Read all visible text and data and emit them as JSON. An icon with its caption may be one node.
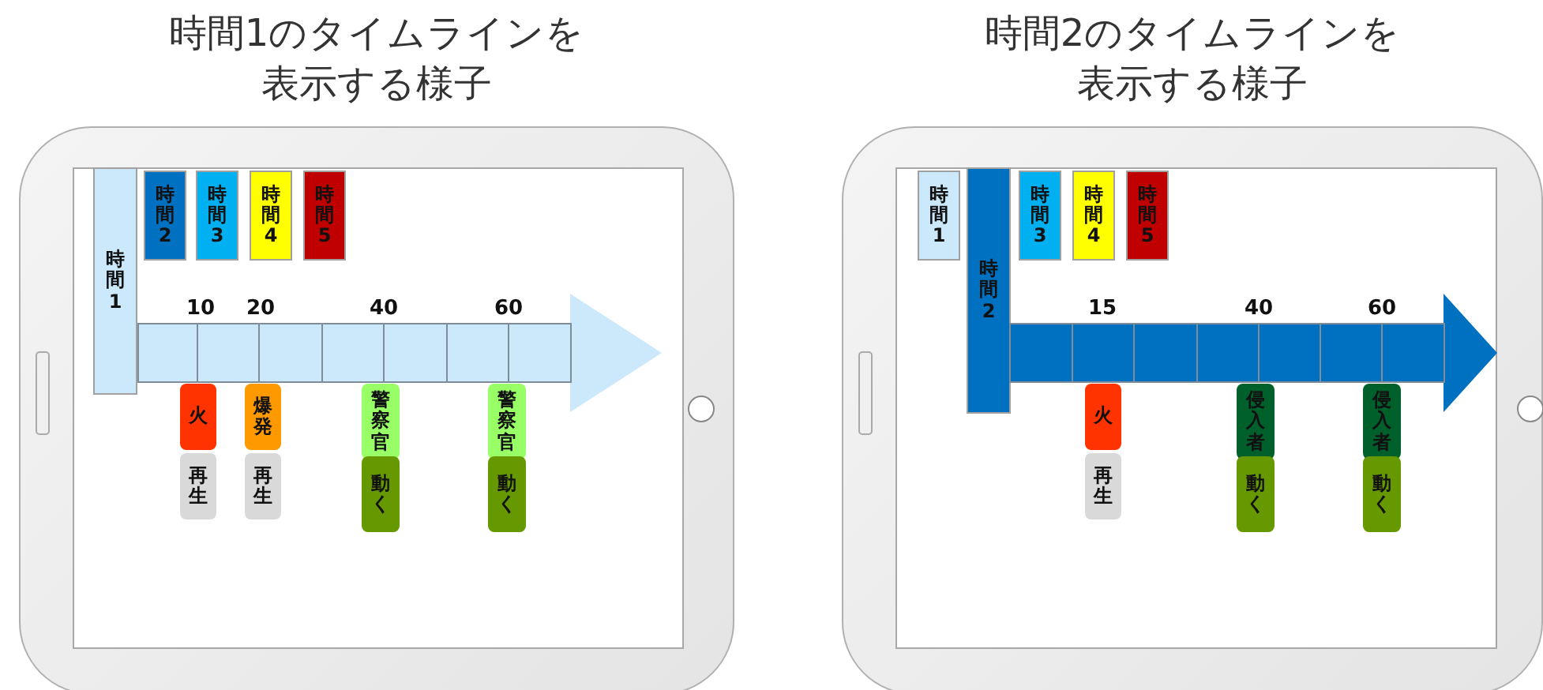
{
  "diagram": {
    "nodes": [
      {
        "text": [
          "時間1のタイムラインを表示する様子"
        ]
      },
      {
        "text": [
          "時間1"
        ],
        "in": 0
      },
      {
        "text": [
          "時間2"
        ],
        "in": 0
      },
      {
        "text": [
          "時間3"
        ],
        "in": 0
      },
      {
        "text": [
          "時間4"
        ],
        "in": 0
      },
      {
        "text": [
          "時間5"
        ],
        "in": 0
      },
      {
        "text": [],
        "shape": "arrow",
        "in": 0,
        "beside": [
          "10",
          "20",
          "40",
          "60"
        ]
      },
      {
        "text": [
          "火"
        ],
        "in": 0
      },
      {
        "text": [
          "再生"
        ],
        "in": 0
      },
      {
        "text": [
          "爆発"
        ],
        "in": 0
      },
      {
        "text": [
          "再生"
        ],
        "in": 0
      },
      {
        "text": [
          "警察官"
        ],
        "in": 0
      },
      {
        "text": [
          "動く"
        ],
        "in": 0
      },
      {
        "text": [
          "警察官"
        ],
        "in": 0
      },
      {
        "text": [
          "動く"
        ],
        "in": 0
      },
      {
        "text": [
          "時間2のタイムラインを表示する様子"
        ]
      },
      {
        "text": [
          "時間1"
        ],
        "in": 15
      },
      {
        "text": [
          "時間2"
        ],
        "in": 15
      },
      {
        "text": [
          "時間3"
        ],
        "in": 15
      },
      {
        "text": [
          "時間4"
        ],
        "in": 15
      },
      {
        "text": [
          "時間5"
        ],
        "in": 15
      },
      {
        "text": [],
        "shape": "arrow",
        "in": 15,
        "beside": [
          "15",
          "40",
          "60"
        ]
      },
      {
        "text": [
          "火"
        ],
        "in": 15
      },
      {
        "text": [
          "再生"
        ],
        "in": 15
      },
      {
        "text": [
          "侵入者"
        ],
        "in": 15
      },
      {
        "text": [
          "動く"
        ],
        "in": 15
      },
      {
        "text": [
          "侵入者"
        ],
        "in": 15
      },
      {
        "text": [
          "動く"
        ],
        "in": 15
      }
    ]
  }
}
